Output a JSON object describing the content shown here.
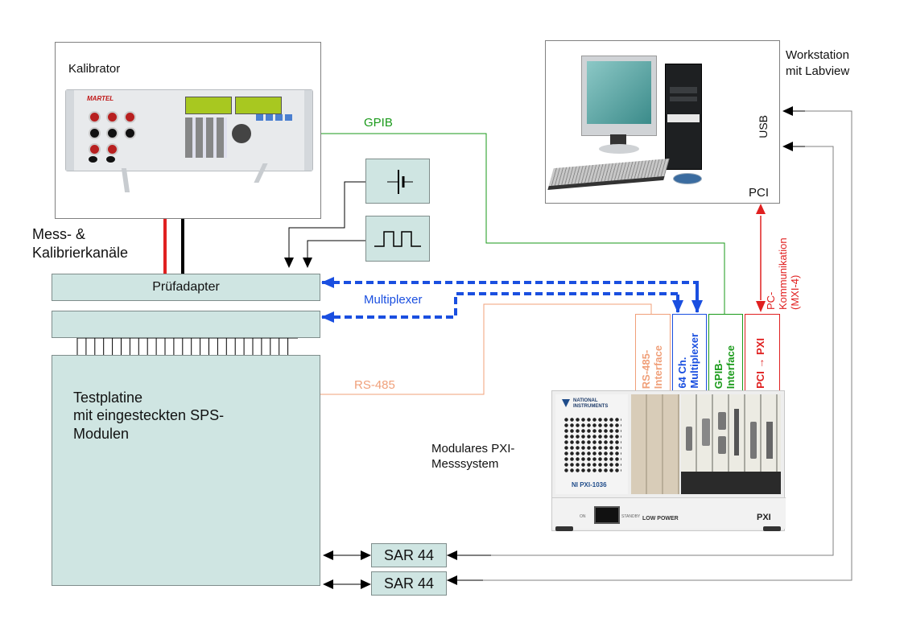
{
  "diagram": {
    "kalibrator": {
      "label": "Kalibrator",
      "device_brand": "MARTEL"
    },
    "workstation": {
      "label_line1": "Workstation",
      "label_line2": "mit Labview",
      "port_usb": "USB",
      "port_pci": "PCI"
    },
    "mess_label": {
      "line1": "Mess- &",
      "line2": "Kalibrierkanäle"
    },
    "pruefadapter": {
      "label": "Prüfadapter"
    },
    "testplatine": {
      "line1": "Testplatine",
      "line2": "mit eingesteckten SPS-",
      "line3": "Modulen"
    },
    "sources": {
      "dc": "battery-symbol",
      "pulse": "square-wave-symbol"
    },
    "links": {
      "gpib": {
        "label": "GPIB",
        "color": "#1a9a1a"
      },
      "multiplexer": {
        "label": "Multiplexer",
        "color": "#1a4fe0"
      },
      "rs485": {
        "label": "RS-485",
        "color": "#f0a07a"
      },
      "pc_comm": {
        "line1": "PC-",
        "line2": "Kommunikation",
        "line3": "(MXI-4)",
        "color": "#e02020"
      }
    },
    "pxi": {
      "label_line1": "Modulares PXI-",
      "label_line2": "Messsystem",
      "chassis_brand_line1": "NATIONAL",
      "chassis_brand_line2": "INSTRUMENTS",
      "chassis_model": "NI PXI-1036",
      "power_on": "ON",
      "power_standby": "STANDBY",
      "power_mode": "LOW POWER",
      "logo": "PXI",
      "modules": [
        {
          "line1": "RS-485-",
          "line2": "Interface",
          "color": "#f0a07a"
        },
        {
          "line1": "64 Ch.",
          "line2": "Multiplexer",
          "color": "#1a4fe0"
        },
        {
          "line1": "GPIB-",
          "line2": "Interface",
          "color": "#1a9a1a"
        },
        {
          "line1": "PCI → PXI",
          "line2": "",
          "color": "#e02020"
        }
      ]
    },
    "sar": [
      {
        "label": "SAR 44"
      },
      {
        "label": "SAR 44"
      }
    ]
  }
}
